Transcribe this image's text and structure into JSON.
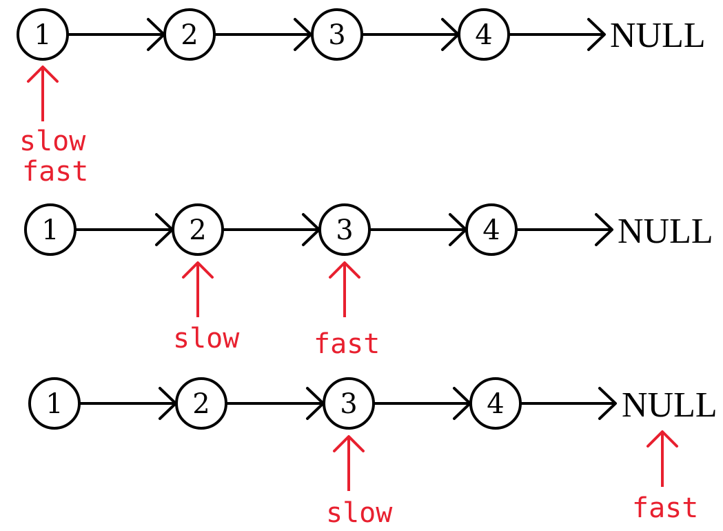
{
  "colors": {
    "node_stroke": "#000000",
    "pointer": "#e8202f"
  },
  "rows": [
    {
      "nodes": [
        "1",
        "2",
        "3",
        "4"
      ],
      "terminal": "NULL",
      "pointers": [
        {
          "labels": [
            "slow",
            "fast"
          ],
          "target": "node-1"
        }
      ]
    },
    {
      "nodes": [
        "1",
        "2",
        "3",
        "4"
      ],
      "terminal": "NULL",
      "pointers": [
        {
          "labels": [
            "slow"
          ],
          "target": "node-2"
        },
        {
          "labels": [
            "fast"
          ],
          "target": "node-3"
        }
      ]
    },
    {
      "nodes": [
        "1",
        "2",
        "3",
        "4"
      ],
      "terminal": "NULL",
      "pointers": [
        {
          "labels": [
            "slow"
          ],
          "target": "node-3"
        },
        {
          "labels": [
            "fast"
          ],
          "target": "terminal"
        }
      ]
    }
  ]
}
